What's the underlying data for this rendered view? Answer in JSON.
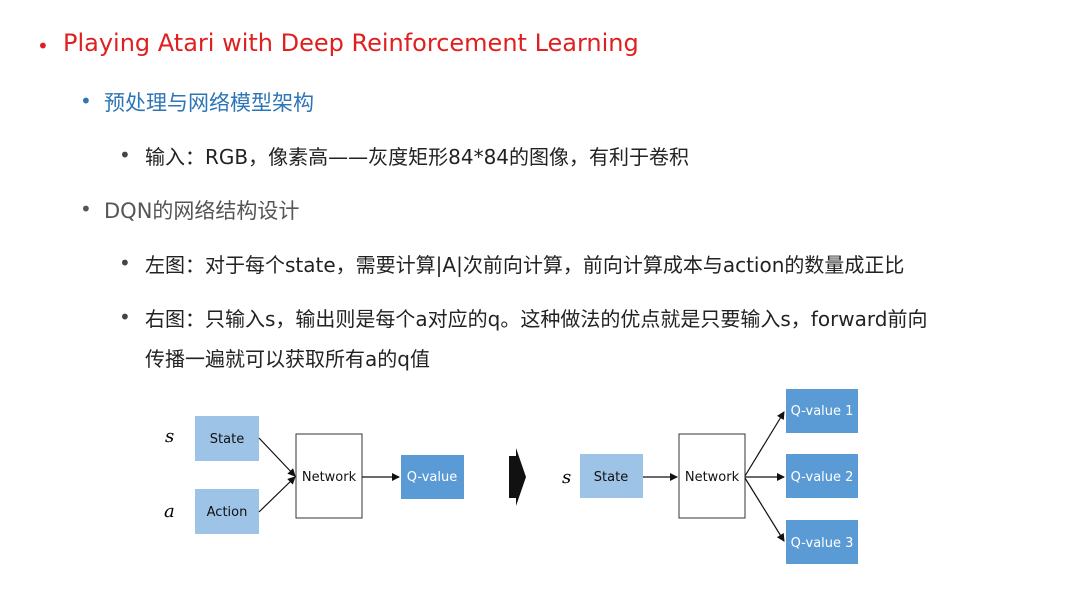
{
  "slide": {
    "title": "Playing Atari with Deep Reinforcement Learning",
    "sections": [
      {
        "heading": "预处理与网络模型架构",
        "points": [
          "输入：RGB，像素高——灰度矩形84*84的图像，有利于卷积"
        ]
      },
      {
        "heading": "DQN的网络结构设计",
        "points": [
          "左图：对于每个state，需要计算|A|次前向计算，前向计算成本与action的数量成正比",
          "右图：只输入s，输出则是每个a对应的q。这种做法的优点就是只要输入s，forward前向",
          "传播一遍就可以获取所有a的q值"
        ]
      }
    ]
  },
  "colors": {
    "title_red": "#e02020",
    "heading_blue": "#2e75b6",
    "heading_gray": "#555555",
    "box_light": "#9dc3e6",
    "box_dark": "#5b9bd5"
  },
  "diagram": {
    "left": {
      "input_s": "s",
      "input_a": "a",
      "state_box": "State",
      "action_box": "Action",
      "network_box": "Network",
      "output_box": "Q-value"
    },
    "right": {
      "input_s": "s",
      "state_box": "State",
      "network_box": "Network",
      "outputs": [
        "Q-value 1",
        "Q-value 2",
        "Q-value 3"
      ]
    }
  }
}
